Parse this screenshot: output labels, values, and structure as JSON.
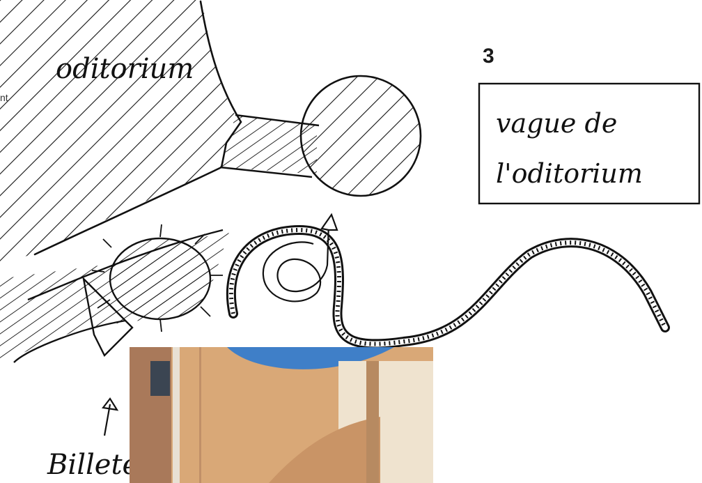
{
  "page": {
    "number": "3",
    "edge_text": "nt"
  },
  "sketch": {
    "label_auditorium": "oditorium",
    "caption_line1": "vague de",
    "caption_line2": "l'oditorium",
    "label_ticket_office": "Billeterie"
  },
  "photo": {
    "description_colors": {
      "sky": "#3f7fc8",
      "building": "#d9a877",
      "shadow": "#a9795a",
      "wall_light": "#efe3cf"
    }
  }
}
